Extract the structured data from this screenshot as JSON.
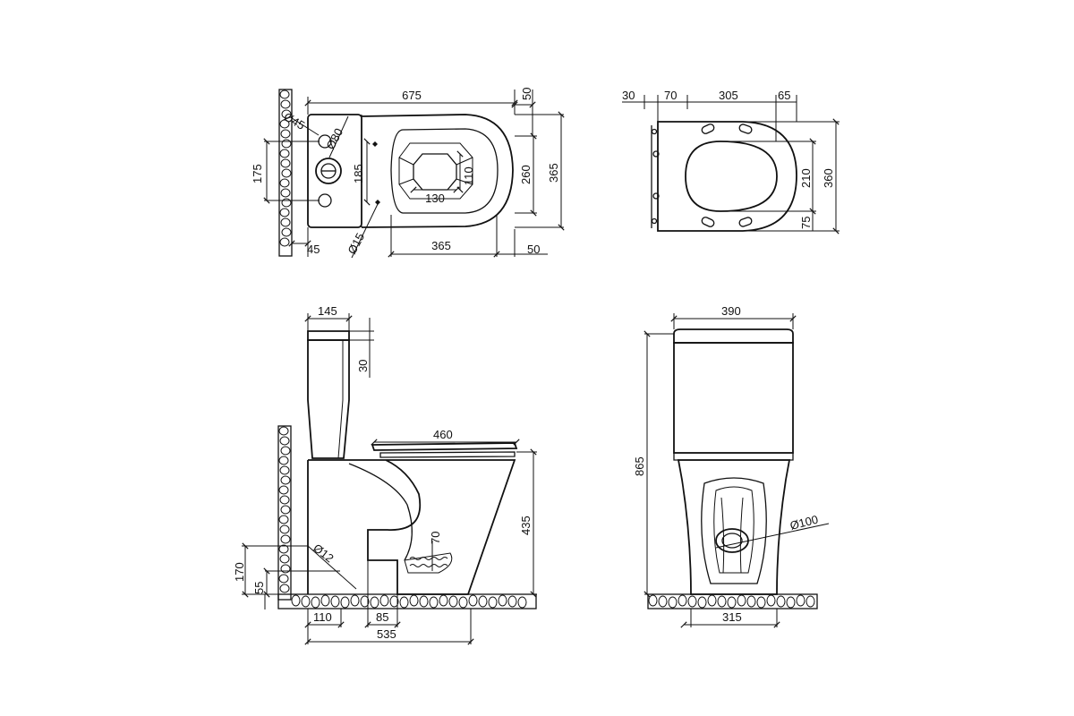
{
  "colors": {
    "line": "#111111",
    "background": "#ffffff"
  },
  "top_view": {
    "width_total": "675",
    "tank_offset": "50",
    "diameter_45": "Ø45",
    "diameter_80": "Ø80",
    "inlet_spacing": "175",
    "mount_spacing": "185",
    "bowl_width": "130",
    "bowl_depth": "110",
    "height_inner": "260",
    "height_total": "365",
    "wall_offset": "45",
    "diameter_15": "Ø15",
    "bowl_length": "365",
    "rear_gap": "50"
  },
  "seat_view": {
    "dim_a": "30",
    "dim_b": "70",
    "dim_c": "305",
    "dim_d": "65",
    "dim_e": "210",
    "dim_f": "360",
    "dim_g": "75"
  },
  "side_view": {
    "tank_depth": "145",
    "lid_height": "30",
    "seat_length": "460",
    "seat_height": "435",
    "water_depth": "70",
    "diameter_12": "Ø12",
    "outlet_height": "170",
    "outlet_base": "55",
    "wall_to_outlet": "110",
    "outlet_width": "85",
    "base_length": "535"
  },
  "front_view": {
    "tank_width": "390",
    "total_height": "865",
    "outlet_diameter": "Ø100",
    "base_width": "315"
  }
}
